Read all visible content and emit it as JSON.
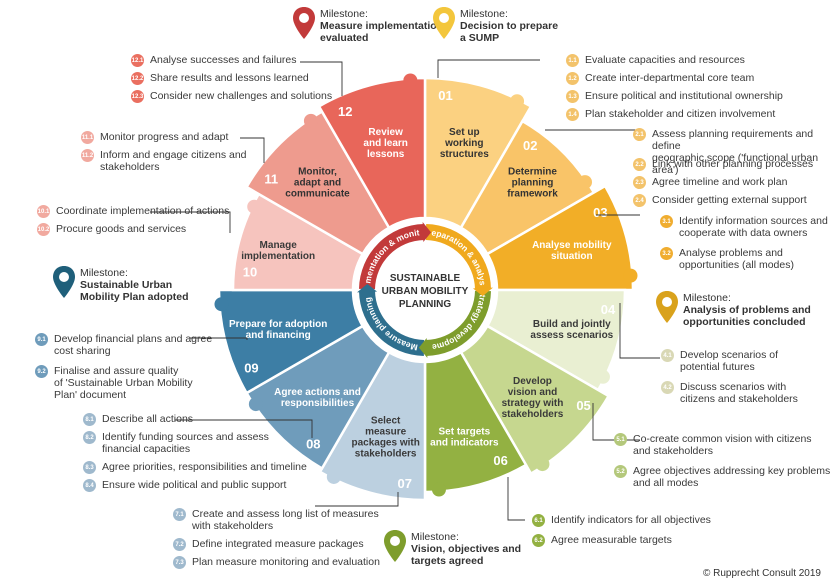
{
  "center": {
    "lines": [
      "SUSTAINABLE",
      "URBAN MOBILITY",
      "PLANNING"
    ]
  },
  "phases": [
    {
      "name": "Preparation & analysis",
      "color": "#f0a91d"
    },
    {
      "name": "Strategy development",
      "color": "#7e9d2c"
    },
    {
      "name": "Measure planning",
      "color": "#2e6f8e"
    },
    {
      "name": "Implementation & monitoring",
      "color": "#c23a3a"
    }
  ],
  "steps": [
    {
      "num": "01",
      "label": [
        "Set up",
        "working",
        "structures"
      ],
      "color": "#fbd181",
      "numColor": "#f3b43a"
    },
    {
      "num": "02",
      "label": [
        "Determine",
        "planning",
        "framework"
      ],
      "color": "#f9c468",
      "numColor": "#eeaa2a"
    },
    {
      "num": "03",
      "label": [
        "Analyse mobility",
        "situation"
      ],
      "color": "#f2ae27",
      "numColor": "#e19f12"
    },
    {
      "num": "04",
      "label": [
        "Build and jointly",
        "assess scenarios"
      ],
      "color": "#e9efd2",
      "numColor": "#d6e0b0"
    },
    {
      "num": "05",
      "label": [
        "Develop",
        "vision and",
        "strategy with",
        "stakeholders"
      ],
      "color": "#c6d78f",
      "numColor": "#a9c15f"
    },
    {
      "num": "06",
      "label": [
        "Set targets",
        "and indicators"
      ],
      "color": "#93b142",
      "numColor": "#7e9d2c"
    },
    {
      "num": "07",
      "label": [
        "Select",
        "measure",
        "packages with",
        "stakeholders"
      ],
      "color": "#bcd0e0",
      "numColor": "#9ab6cb"
    },
    {
      "num": "08",
      "label": [
        "Agree actions and",
        "responsibilities"
      ],
      "color": "#6f9cbb",
      "numColor": "#5a88a8"
    },
    {
      "num": "09",
      "label": [
        "Prepare for adoption",
        "and financing"
      ],
      "color": "#3d7ea5",
      "numColor": "#2e6f8e"
    },
    {
      "num": "10",
      "label": [
        "Manage",
        "implementation"
      ],
      "color": "#f6c4be",
      "numColor": "#eea79e"
    },
    {
      "num": "11",
      "label": [
        "Monitor,",
        "adapt and",
        "communicate"
      ],
      "color": "#ee9b8e",
      "numColor": "#c8564b"
    },
    {
      "num": "12",
      "label": [
        "Review",
        "and learn",
        "lessons"
      ],
      "color": "#e8665a",
      "numColor": "#c23a3a"
    }
  ],
  "substeps": {
    "s1": [
      {
        "id": "1.1",
        "text": "Evaluate capacities and resources"
      },
      {
        "id": "1.2",
        "text": "Create inter-departmental core team"
      },
      {
        "id": "1.3",
        "text": "Ensure political and institutional ownership"
      },
      {
        "id": "1.4",
        "text": "Plan stakeholder and citizen involvement"
      }
    ],
    "s2": [
      {
        "id": "2.1",
        "text": [
          "Assess planning requirements and define",
          "geographic scope ('functional urban area')"
        ]
      },
      {
        "id": "2.2",
        "text": "Link with other planning processes"
      },
      {
        "id": "2.3",
        "text": "Agree timeline and work plan"
      },
      {
        "id": "2.4",
        "text": "Consider getting external support"
      }
    ],
    "s3": [
      {
        "id": "3.1",
        "text": [
          "Identify information sources and",
          "cooperate with data owners"
        ]
      },
      {
        "id": "3.2",
        "text": [
          "Analyse problems and",
          "opportunities (all modes)"
        ]
      }
    ],
    "s4": [
      {
        "id": "4.1",
        "text": [
          "Develop scenarios of",
          "potential futures"
        ]
      },
      {
        "id": "4.2",
        "text": [
          "Discuss scenarios with",
          "citizens and stakeholders"
        ]
      }
    ],
    "s5": [
      {
        "id": "5.1",
        "text": [
          "Co-create common vision with citizens",
          "and stakeholders"
        ]
      },
      {
        "id": "5.2",
        "text": [
          "Agree objectives addressing key problems",
          "and all modes"
        ]
      }
    ],
    "s6": [
      {
        "id": "6.1",
        "text": "Identify indicators for all objectives"
      },
      {
        "id": "6.2",
        "text": "Agree measurable targets"
      }
    ],
    "s7": [
      {
        "id": "7.1",
        "text": [
          "Create and assess long list of measures",
          "with stakeholders"
        ]
      },
      {
        "id": "7.2",
        "text": "Define integrated measure packages"
      },
      {
        "id": "7.3",
        "text": "Plan measure monitoring and evaluation"
      }
    ],
    "s8": [
      {
        "id": "8.1",
        "text": "Describe all actions"
      },
      {
        "id": "8.2",
        "text": [
          "Identify funding sources and assess",
          "financial capacities"
        ]
      },
      {
        "id": "8.3",
        "text": "Agree priorities, responsibilities and timeline"
      },
      {
        "id": "8.4",
        "text": "Ensure wide political and public support"
      }
    ],
    "s9": [
      {
        "id": "9.1",
        "text": [
          "Develop financial plans and agree",
          "cost sharing"
        ]
      },
      {
        "id": "9.2",
        "text": [
          "Finalise and assure quality",
          "of 'Sustainable Urban Mobility",
          "Plan' document"
        ]
      }
    ],
    "s10": [
      {
        "id": "10.1",
        "text": "Coordinate implementation of actions"
      },
      {
        "id": "10.2",
        "text": "Procure goods and services"
      }
    ],
    "s11": [
      {
        "id": "11.1",
        "text": "Monitor progress and adapt"
      },
      {
        "id": "11.2",
        "text": [
          "Inform and engage citizens and",
          "stakeholders"
        ]
      }
    ],
    "s12": [
      {
        "id": "12.1",
        "text": "Analyse successes and failures"
      },
      {
        "id": "12.2",
        "text": "Share results and lessons learned"
      },
      {
        "id": "12.3",
        "text": "Consider new challenges and solutions"
      }
    ]
  },
  "milestones": {
    "m1": {
      "prefix": "Milestone:",
      "title": [
        "Measure implementation",
        "evaluated"
      ],
      "color": "#c23a3a"
    },
    "m2": {
      "prefix": "Milestone:",
      "title": [
        "Decision to prepare",
        "a SUMP"
      ],
      "color": "#f3c63c"
    },
    "m3": {
      "prefix": "Milestone:",
      "title": [
        "Sustainable Urban",
        "Mobility Plan adopted"
      ],
      "color": "#1f5f7a"
    },
    "m4": {
      "prefix": "Milestone:",
      "title": [
        "Analysis of problems and",
        "opportunities concluded"
      ],
      "color": "#d9a21c"
    },
    "m5": {
      "prefix": "Milestone:",
      "title": [
        "Vision, objectives and",
        "targets agreed"
      ],
      "color": "#7e9d2c"
    }
  },
  "copyright": "© Rupprecht Consult 2019"
}
